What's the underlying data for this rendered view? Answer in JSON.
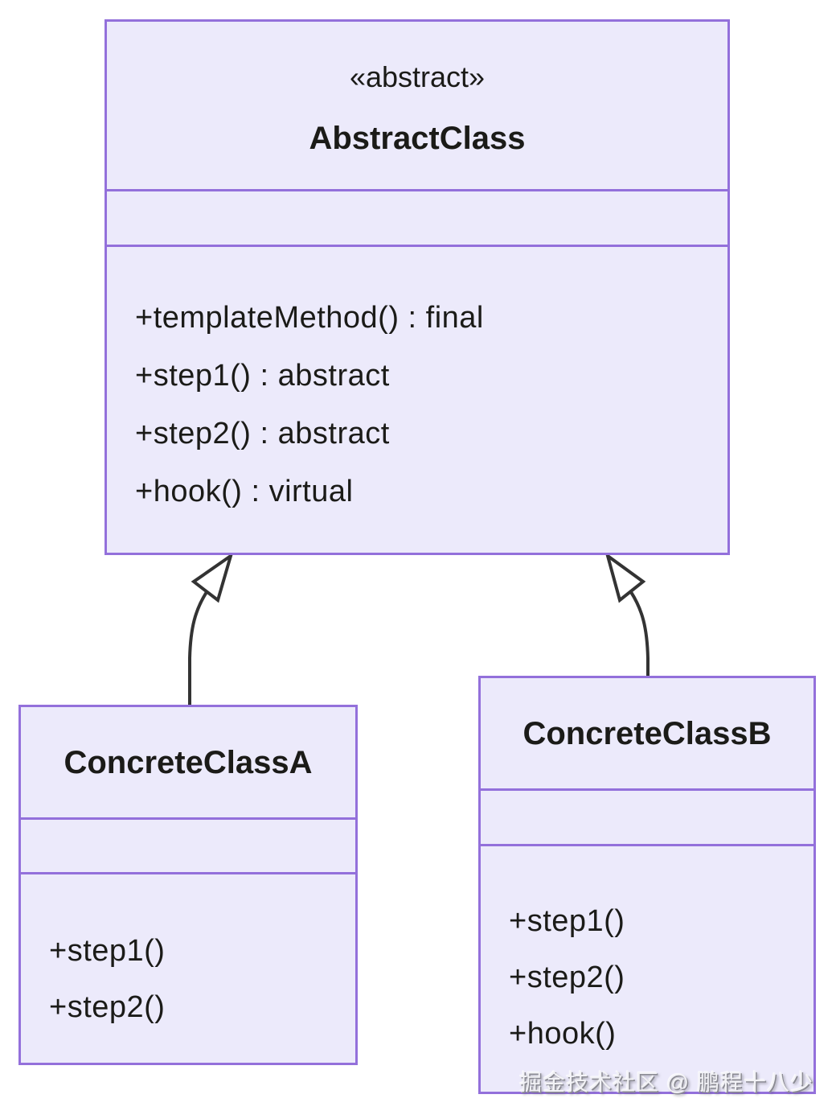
{
  "diagram": {
    "kind": "uml-class-diagram",
    "pattern": "Template Method",
    "colors": {
      "node_fill": "#ECEAFB",
      "node_border": "#9370DB",
      "edge": "#333333",
      "text": "#1b1b18",
      "background": "#ffffff"
    }
  },
  "abstract_class": {
    "stereotype": "«abstract»",
    "name": "AbstractClass",
    "attributes": [],
    "methods": [
      "+templateMethod() : final",
      "+step1() : abstract",
      "+step2() : abstract",
      "+hook() : virtual"
    ]
  },
  "concrete_class_a": {
    "name": "ConcreteClassA",
    "attributes": [],
    "methods": [
      "+step1()",
      "+step2()"
    ]
  },
  "concrete_class_b": {
    "name": "ConcreteClassB",
    "attributes": [],
    "methods": [
      "+step1()",
      "+step2()",
      "+hook()"
    ]
  },
  "relationships": [
    {
      "from": "ConcreteClassA",
      "to": "AbstractClass",
      "type": "inheritance"
    },
    {
      "from": "ConcreteClassB",
      "to": "AbstractClass",
      "type": "inheritance"
    }
  ],
  "watermark": "掘金技术社区 @ 鹏程十八少"
}
